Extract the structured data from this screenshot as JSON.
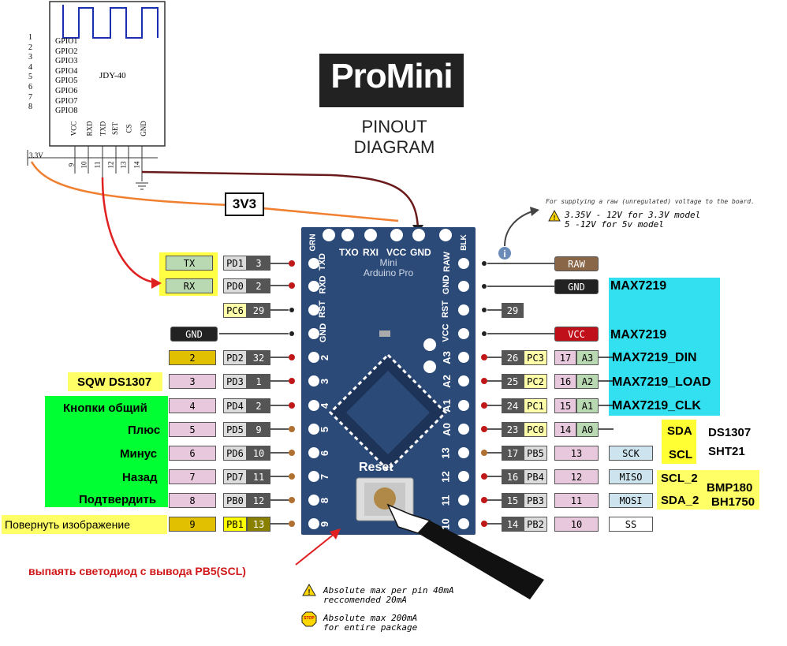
{
  "title": {
    "brand": "ProMini",
    "subtitle": "PINOUT DIAGRAM"
  },
  "jdy": {
    "name": "JDY-40",
    "gpio_numbers": [
      "1",
      "2",
      "3",
      "4",
      "5",
      "6",
      "7",
      "8"
    ],
    "gpio_labels": [
      "GPIO1",
      "GPIO2",
      "GPIO3",
      "GPIO4",
      "GPIO5",
      "GPIO6",
      "GPIO7",
      "GPIO8"
    ],
    "bottom_labels": [
      "VCC",
      "RXD",
      "TXD",
      "SET",
      "CS",
      "GND"
    ],
    "bottom_pins": [
      "9",
      "10",
      "11",
      "12",
      "13",
      "14"
    ],
    "v33": "3.3V"
  },
  "tag_3v3": "3V3",
  "note_raw": {
    "line1": "For supplying a raw (unregulated) voltage to the board.",
    "line2": "3.35V - 12V for 3.3V model",
    "line3": "5 -12V for 5v model"
  },
  "board": {
    "top_pins": [
      "GRN",
      "TXO",
      "RXI",
      "VCC",
      "GND",
      "BLK"
    ],
    "name1": "Mini",
    "name2": "Arduino Pro",
    "left_pins": [
      "TXD",
      "RXD",
      "RST",
      "GND",
      "2",
      "3",
      "4",
      "5",
      "6",
      "7",
      "8",
      "9"
    ],
    "right_pins": [
      "RAW",
      "GND",
      "RST",
      "VCC",
      "A3",
      "A2",
      "A1",
      "A0",
      "13",
      "12",
      "11",
      "10"
    ],
    "reset_label": "Reset"
  },
  "left_rows": [
    {
      "func": "TX",
      "port": "PD1",
      "num": "3"
    },
    {
      "func": "RX",
      "port": "PD0",
      "num": "2"
    },
    {
      "func": "",
      "port": "PC6",
      "num": "29"
    },
    {
      "func": "GND",
      "port": "",
      "num": ""
    },
    {
      "func": "2",
      "port": "PD2",
      "num": "32"
    },
    {
      "func": "3",
      "port": "PD3",
      "num": "1"
    },
    {
      "func": "4",
      "port": "PD4",
      "num": "2"
    },
    {
      "func": "5",
      "port": "PD5",
      "num": "9"
    },
    {
      "func": "6",
      "port": "PD6",
      "num": "10"
    },
    {
      "func": "7",
      "port": "PD7",
      "num": "11"
    },
    {
      "func": "8",
      "port": "PB0",
      "num": "12"
    },
    {
      "func": "9",
      "port": "PB1",
      "num": "13"
    }
  ],
  "right_rows": [
    {
      "label": "RAW"
    },
    {
      "label": "GND"
    },
    {
      "num": "29"
    },
    {
      "label": "VCC"
    },
    {
      "num": "26",
      "port": "PC3",
      "d": "17",
      "a": "A3"
    },
    {
      "num": "25",
      "port": "PC2",
      "d": "16",
      "a": "A2"
    },
    {
      "num": "24",
      "port": "PC1",
      "d": "15",
      "a": "A1"
    },
    {
      "num": "23",
      "port": "PC0",
      "d": "14",
      "a": "A0"
    },
    {
      "num": "17",
      "port": "PB5",
      "d": "13",
      "f": "SCK"
    },
    {
      "num": "16",
      "port": "PB4",
      "d": "12",
      "f": "MISO"
    },
    {
      "num": "15",
      "port": "PB3",
      "d": "11",
      "f": "MOSI"
    },
    {
      "num": "14",
      "port": "PB2",
      "d": "10",
      "f": "SS"
    }
  ],
  "annotations_left": {
    "sqw": "SQW DS1307",
    "common": "Кнопки общий",
    "plus": "Плюс",
    "minus": "Минус",
    "back": "Назад",
    "confirm": "Подтвердить",
    "rotate": "Повернуть изображение"
  },
  "annotations_right": {
    "max1": "MAX7219",
    "max2": "MAX7219",
    "din": "MAX7219_DIN",
    "load": "MAX7219_LOAD",
    "clk": "MAX7219_CLK",
    "sda": "SDA",
    "scl": "SCL",
    "ds1307": "DS1307",
    "sht21": "SHT21",
    "scl2": "SCL_2",
    "sda2": "SDA_2",
    "bmp180": "BMP180",
    "bh1750": "BH1750"
  },
  "reset_button": "RESET Button",
  "led_note": "выпаять светодиод с вывода PB5(SCL)",
  "warn1": {
    "l1": "Absolute max per pin 40mA",
    "l2": "reccomended 20mA"
  },
  "warn2": {
    "l1": "Absolute max 200mA",
    "l2": "for entire package"
  },
  "stop_icon_text": "STOP",
  "colors": {
    "board": "#2c4a78",
    "cyan": "#33e0f0",
    "green": "#00ff33",
    "yellow": "#ffff66"
  }
}
